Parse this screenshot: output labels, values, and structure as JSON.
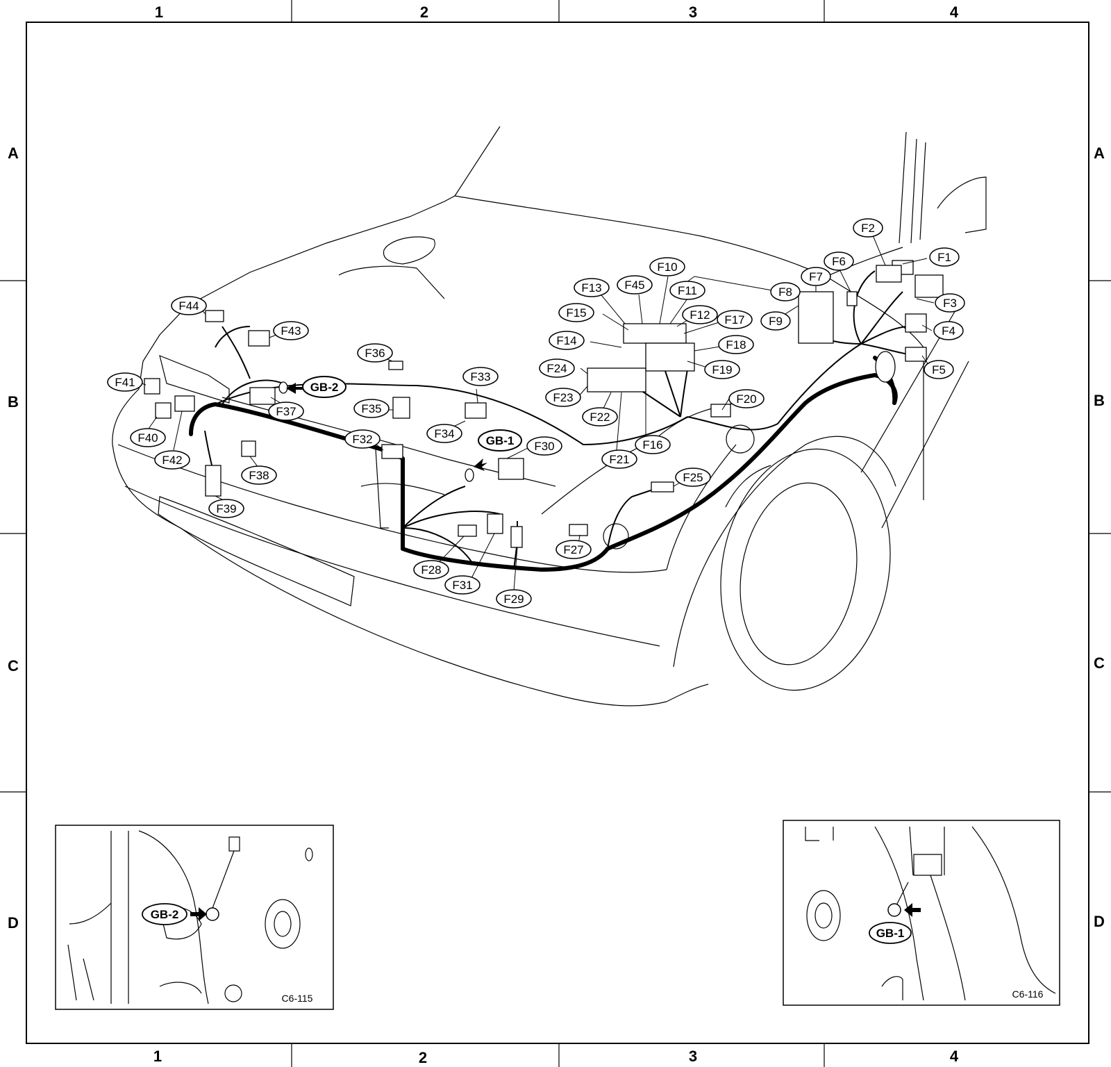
{
  "grid": {
    "columns": [
      "1",
      "2",
      "3",
      "4"
    ],
    "rows": [
      "A",
      "B",
      "C",
      "D"
    ]
  },
  "connectors": [
    "F1",
    "F2",
    "F3",
    "F4",
    "F5",
    "F6",
    "F7",
    "F8",
    "F9",
    "F10",
    "F11",
    "F12",
    "F13",
    "F14",
    "F15",
    "F16",
    "F17",
    "F18",
    "F19",
    "F20",
    "F21",
    "F22",
    "F23",
    "F24",
    "F25",
    "F27",
    "F28",
    "F29",
    "F30",
    "F31",
    "F32",
    "F33",
    "F34",
    "F35",
    "F36",
    "F37",
    "F38",
    "F39",
    "F40",
    "F41",
    "F42",
    "F43",
    "F44",
    "F45"
  ],
  "grounds": [
    "GB-1",
    "GB-2"
  ],
  "insets": [
    {
      "ground": "GB-2",
      "code": "C6-115"
    },
    {
      "ground": "GB-1",
      "code": "C6-116"
    }
  ]
}
